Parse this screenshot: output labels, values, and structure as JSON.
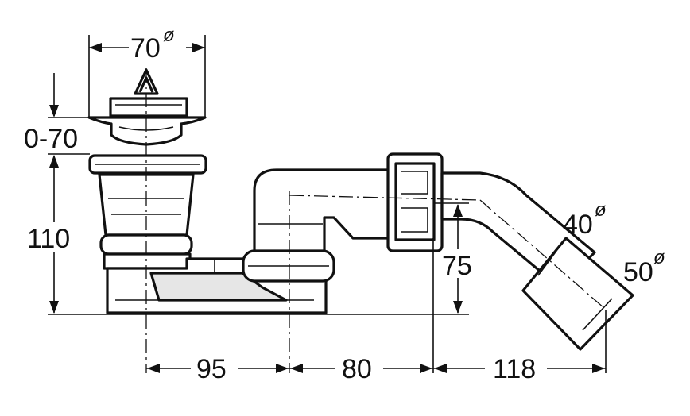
{
  "dimensions": {
    "top_diameter": "70",
    "top_diameter_symbol": "ø",
    "adjust_range": "0-70",
    "height": "110",
    "outlet_height": "75",
    "pipe_diameter": "40",
    "pipe_diameter_symbol": "ø",
    "outlet_diameter": "50",
    "outlet_diameter_symbol": "ø",
    "span_1": "95",
    "span_2": "80",
    "span_3": "118"
  }
}
